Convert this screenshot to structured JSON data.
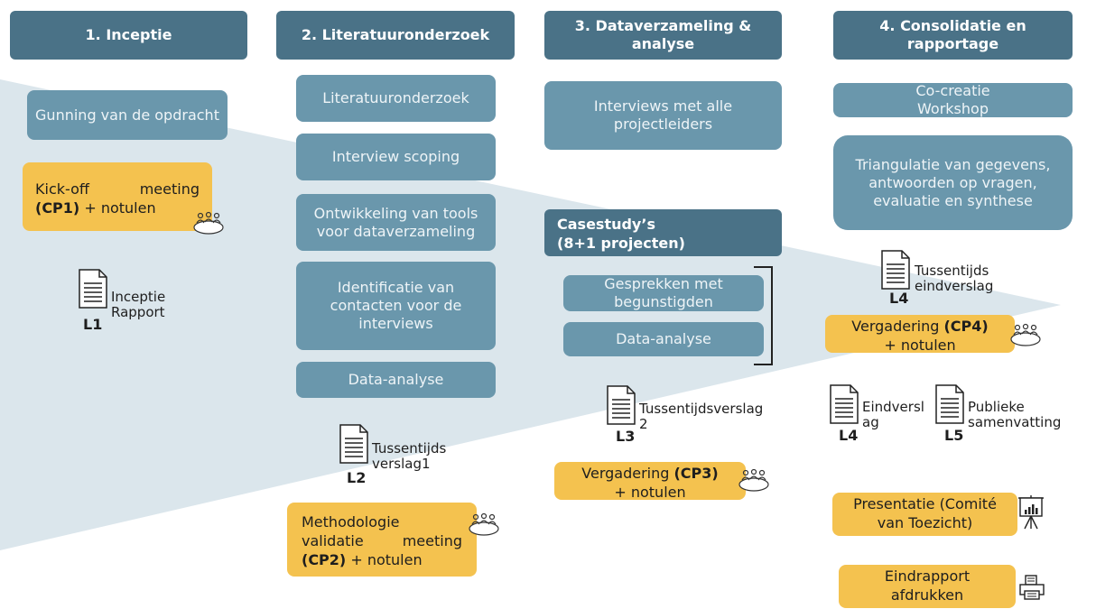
{
  "phases": [
    {
      "title": "1. Inceptie"
    },
    {
      "title": "2. Literatuuronderzoek"
    },
    {
      "title": "3. Dataverzameling & analyse"
    },
    {
      "title": "4. Consolidatie en rapportage"
    }
  ],
  "phase1": {
    "gunning": "Gunning van de opdracht",
    "kickoff": {
      "line1": "Kick-off",
      "line1b": "meeting",
      "cp": "(CP1)",
      "rest": "+ notulen"
    },
    "doc": {
      "label1": "Inceptie",
      "label2": "Rapport",
      "code": "L1"
    }
  },
  "phase2": {
    "boxes": [
      "Literatuuronderzoek",
      "Interview scoping",
      "Ontwikkeling van tools voor dataverzameling",
      "Identificatie van contacten voor de interviews",
      "Data-analyse"
    ],
    "doc": {
      "label1": "Tussentijds",
      "label2": "verslag1",
      "code": "L2"
    },
    "meeting": {
      "line1": "Methodologie",
      "line2a": "validatie",
      "line2b": "meeting",
      "cp": "(CP2)",
      "rest": "+ notulen"
    }
  },
  "phase3": {
    "interviews": "Interviews met alle projectleiders",
    "casestudy": {
      "line1": "Casestudy’s",
      "line2": "(8+1 projecten)"
    },
    "gesprekken": "Gesprekken met begunstigden",
    "analyse": "Data-analyse",
    "doc": {
      "label1": "Tussentijdsverslag",
      "label2": "2",
      "code": "L3"
    },
    "meeting": {
      "word": "Vergadering",
      "cp": "(CP3)",
      "rest": "+ notulen"
    }
  },
  "phase4": {
    "cocreatie": "Co-creatie Workshop",
    "triangulatie": "Triangulatie van gegevens, antwoorden op vragen, evaluatie en synthese",
    "doc_eind_tussen": {
      "label1": "Tussentijds",
      "label2": "eindverslag",
      "code": "L4"
    },
    "meeting": {
      "word": "Vergadering",
      "cp": "(CP4)",
      "rest": "+ notulen"
    },
    "doc_eind": {
      "label1": "Eindversl",
      "label2": "ag",
      "code": "L4"
    },
    "doc_publiek": {
      "label1": "Publieke",
      "label2": "samenvatting",
      "code": "L5"
    },
    "presentatie": "Presentatie (Comité van Toezicht)",
    "eindrapport": "Eindrapport afdrukken"
  },
  "colors": {
    "header": "#4a7287",
    "box": "#6a97ac",
    "meeting": "#f4c24f",
    "funnel": "#dbe6ec"
  }
}
